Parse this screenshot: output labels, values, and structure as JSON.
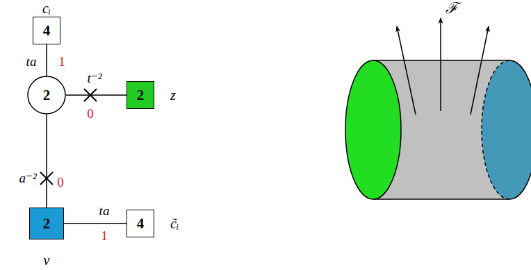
{
  "diagram": {
    "nodes": [
      {
        "text": [
          "4",
          "cᵢ"
        ]
      },
      {
        "text": [
          "2"
        ]
      },
      {
        "text": [
          "2",
          "z"
        ]
      },
      {
        "text": [
          "2",
          "v"
        ]
      },
      {
        "text": [
          "4",
          "c̃ᵢ"
        ]
      }
    ],
    "edges": [
      {
        "from": 0,
        "to": 1,
        "arrow": "none",
        "label": "ta"
      },
      {
        "from": 1,
        "to": 2,
        "arrow": "none",
        "label": "t⁻²"
      },
      {
        "from": 1,
        "to": 3,
        "arrow": "none",
        "label": "a⁻²"
      },
      {
        "from": 3,
        "to": 4,
        "arrow": "none",
        "label": "ta"
      }
    ],
    "labels": [
      "1",
      "0",
      "0",
      "1",
      "ℱ"
    ]
  }
}
